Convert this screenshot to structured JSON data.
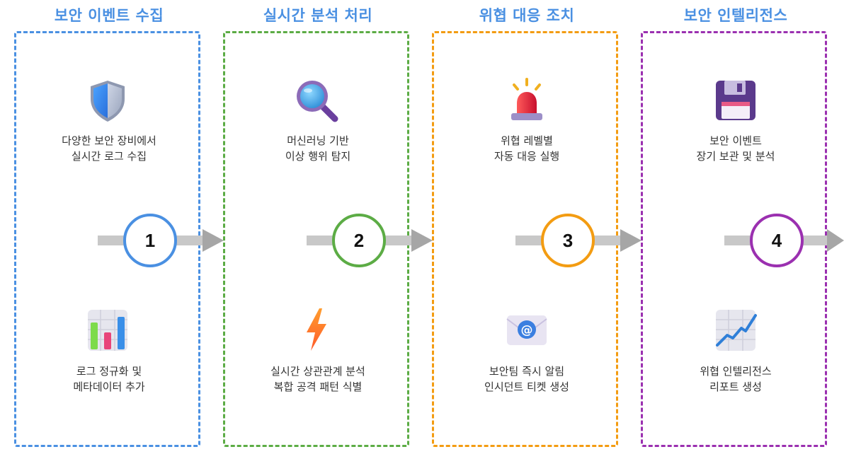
{
  "colors": {
    "stage1": "#4a90e2",
    "stage2": "#5cac45",
    "stage3": "#f39c12",
    "stage4": "#9b30b0",
    "arrow": "#c8c8c8"
  },
  "stages": [
    {
      "title": "보안 이벤트 수집",
      "number": "1",
      "top_icon": "shield-icon",
      "top_text": [
        "다양한 보안 장비에서",
        "실시간 로그 수집"
      ],
      "bottom_icon": "bar-chart-icon",
      "bottom_text": [
        "로그 정규화 및",
        "메타데이터 추가"
      ]
    },
    {
      "title": "실시간 분석 처리",
      "number": "2",
      "top_icon": "magnifier-icon",
      "top_text": [
        "머신러닝 기반",
        "이상 행위 탐지"
      ],
      "bottom_icon": "lightning-icon",
      "bottom_text": [
        "실시간 상관관계 분석",
        "복합 공격 패턴 식별"
      ]
    },
    {
      "title": "위협 대응 조치",
      "number": "3",
      "top_icon": "siren-icon",
      "top_text": [
        "위협 레벨별",
        "자동 대응 실행"
      ],
      "bottom_icon": "email-icon",
      "bottom_text": [
        "보안팀 즉시 알림",
        "인시던트 티켓 생성"
      ]
    },
    {
      "title": "보안 인텔리전스",
      "number": "4",
      "top_icon": "floppy-disk-icon",
      "top_text": [
        "보안 이벤트",
        "장기 보관 및 분석"
      ],
      "bottom_icon": "trend-chart-icon",
      "bottom_text": [
        "위협 인텔리전스",
        "리포트 생성"
      ]
    }
  ]
}
